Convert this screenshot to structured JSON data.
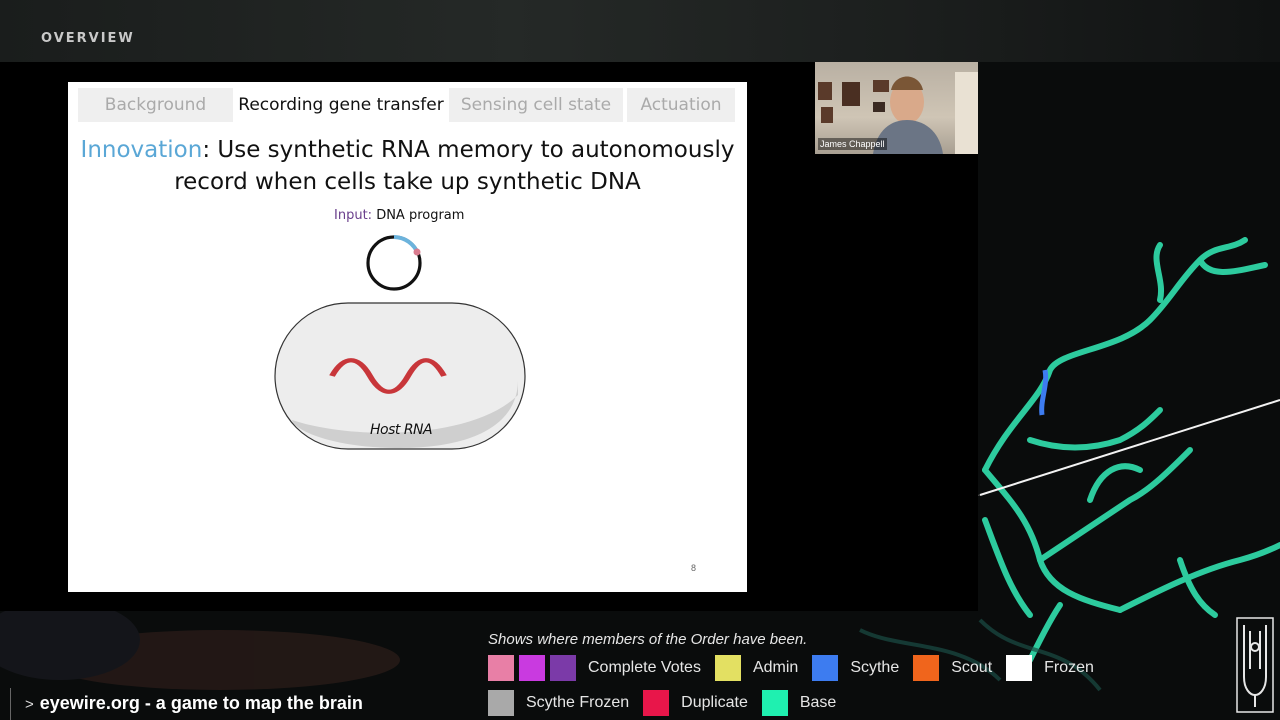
{
  "header": {
    "title": "OVERVIEW"
  },
  "slide": {
    "tabs": [
      {
        "label": "Background",
        "active": false
      },
      {
        "label": "Recording gene transfer",
        "active": true
      },
      {
        "label": "Sensing cell state",
        "active": false
      },
      {
        "label": "Actuation",
        "active": false
      }
    ],
    "title_highlight": "Innovation",
    "title_line1_rest": ": Use synthetic RNA memory to autonomously",
    "title_line2": "record when cells take up synthetic DNA",
    "input_prefix": "Input:",
    "input_value": "DNA program",
    "host_rna_label": "Host RNA",
    "page_number": "8"
  },
  "webcam": {
    "name": "James Chappell"
  },
  "legend": {
    "description": "Shows where members of the Order have been.",
    "row1": [
      {
        "label": "",
        "color": "#e87fa6"
      },
      {
        "label": "",
        "color": "#c93ae0"
      },
      {
        "label": "Complete Votes",
        "color": "#7b3aa8"
      },
      {
        "label": "Admin",
        "color": "#e3e062"
      },
      {
        "label": "Scythe",
        "color": "#3d7cf0"
      },
      {
        "label": "Scout",
        "color": "#f0651c"
      },
      {
        "label": "Frozen",
        "color": "#ffffff"
      }
    ],
    "row2": [
      {
        "label": "Scythe Frozen",
        "color": "#a9a9a9"
      },
      {
        "label": "Duplicate",
        "color": "#e8164a"
      },
      {
        "label": "Base",
        "color": "#1ff0b0"
      }
    ]
  },
  "ticker": {
    "caret": ">",
    "text": "eyewire.org - a game to map the brain"
  },
  "colors": {
    "neuron": "#2fd6a6",
    "accent_blue": "#5aa7d6",
    "rna_red": "#c8363a"
  }
}
